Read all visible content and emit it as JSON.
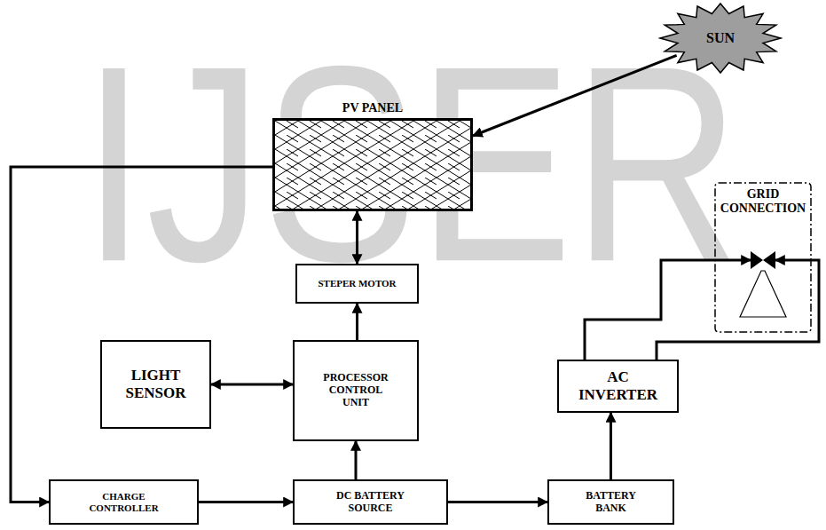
{
  "diagram": {
    "nodes": [
      {
        "text": [
          "SUN"
        ]
      },
      {
        "text": [
          "PV PANEL"
        ]
      },
      {
        "text": [
          "GRID CONNECTION"
        ]
      },
      {
        "text": [
          "STEPER MOTOR"
        ]
      },
      {
        "text": [
          "LIGHT SENSOR"
        ]
      },
      {
        "text": [
          "PROCESSOR CONTROL UNIT"
        ]
      },
      {
        "text": [
          "AC INVERTER"
        ]
      },
      {
        "text": [
          "CHARGE CONTROLLER"
        ]
      },
      {
        "text": [
          "DC BATTERY SOURCE"
        ]
      },
      {
        "text": [
          "BATTERY BANK"
        ]
      }
    ],
    "edges": [
      {
        "from": 0,
        "to": 1,
        "arrow": "to"
      },
      {
        "from": 1,
        "to": 3,
        "arrow": "both"
      },
      {
        "from": 5,
        "to": 3,
        "arrow": "to"
      },
      {
        "from": 4,
        "to": 5,
        "arrow": "both"
      },
      {
        "from": 8,
        "to": 5,
        "arrow": "to"
      },
      {
        "from": 1,
        "to": 7,
        "arrow": "to"
      },
      {
        "from": 7,
        "to": 8,
        "arrow": "to"
      },
      {
        "from": 8,
        "to": 9,
        "arrow": "to"
      },
      {
        "from": 9,
        "to": 6,
        "arrow": "to"
      },
      {
        "from": 6,
        "to": 2,
        "arrow": "to"
      },
      {
        "from": 6,
        "to": 2,
        "arrow": "to"
      }
    ],
    "labels": [
      "IJSER"
    ]
  }
}
